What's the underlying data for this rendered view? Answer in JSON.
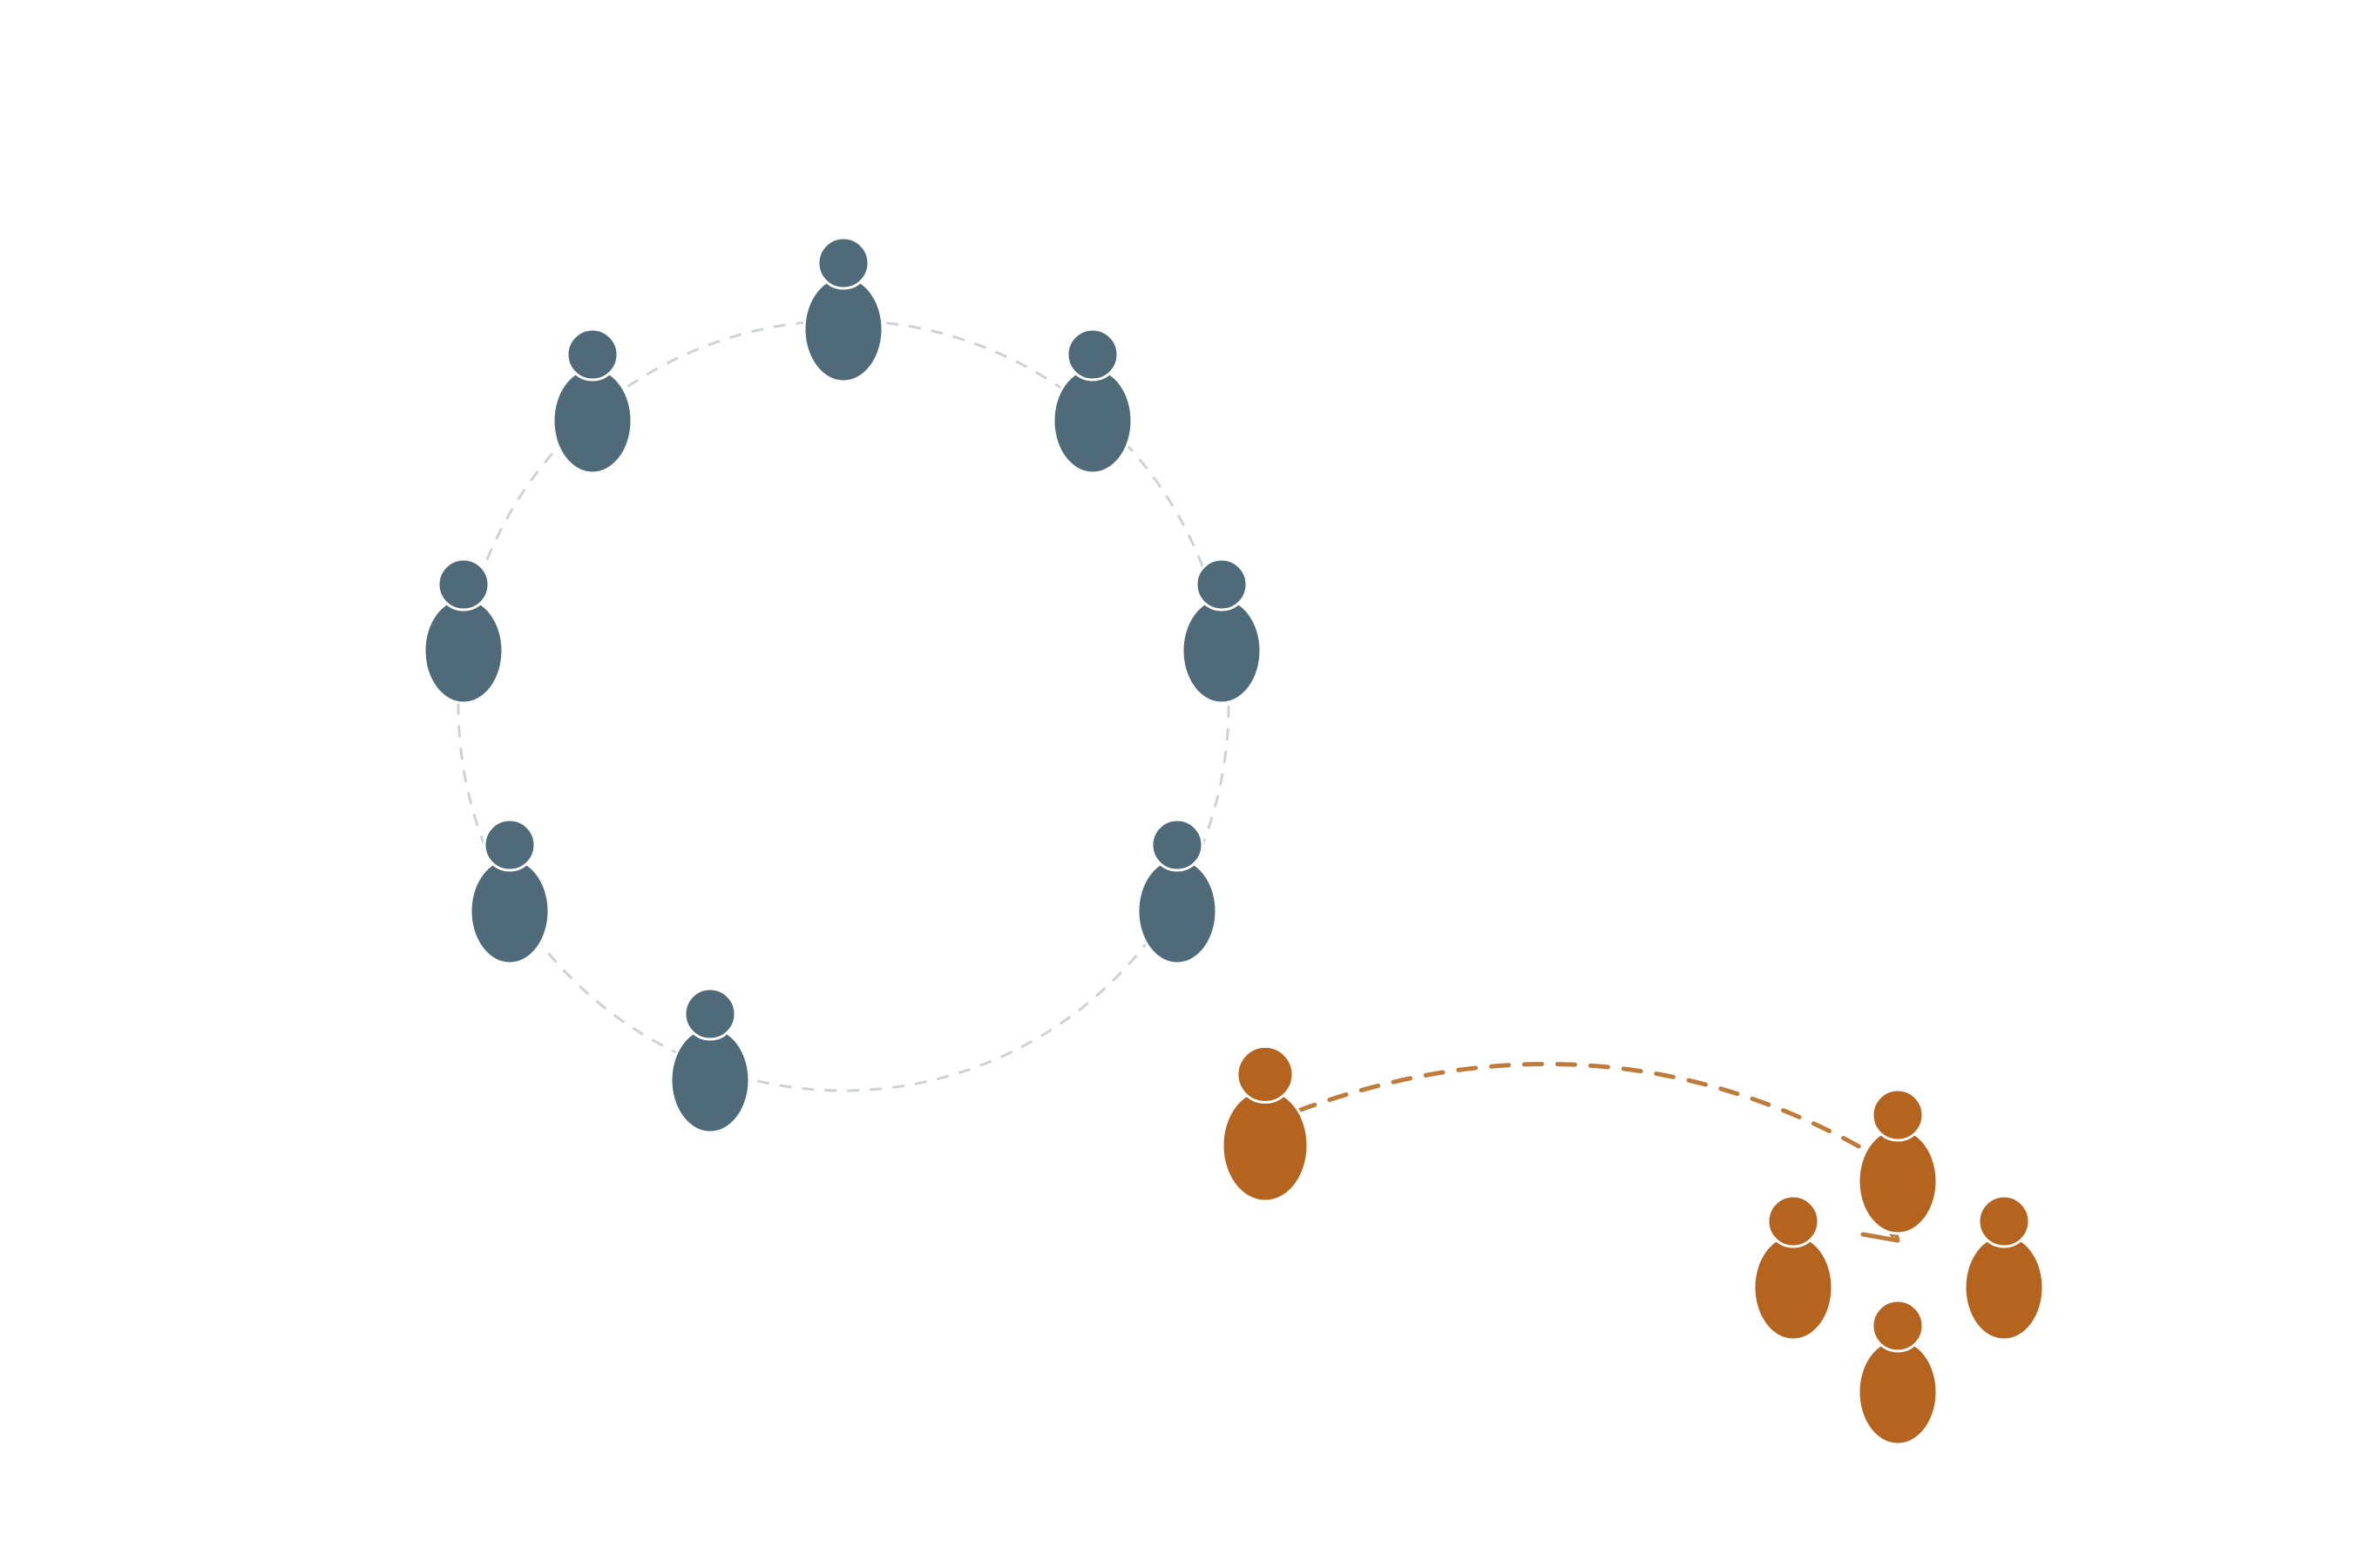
{
  "colors": {
    "background": "#ffffff",
    "circle_group": "#4f6b79",
    "moving_group": "#b5641f",
    "circle_path": "#cdd2d6",
    "movement_path": "#c07a39"
  },
  "circle_group": {
    "member_count": 8,
    "layout": "ring",
    "path_style": "dashed"
  },
  "moving_person": {
    "count": 1,
    "path_style": "dashed",
    "direction": "toward-cluster"
  },
  "cluster_group": {
    "member_count": 4,
    "layout": "cluster"
  }
}
